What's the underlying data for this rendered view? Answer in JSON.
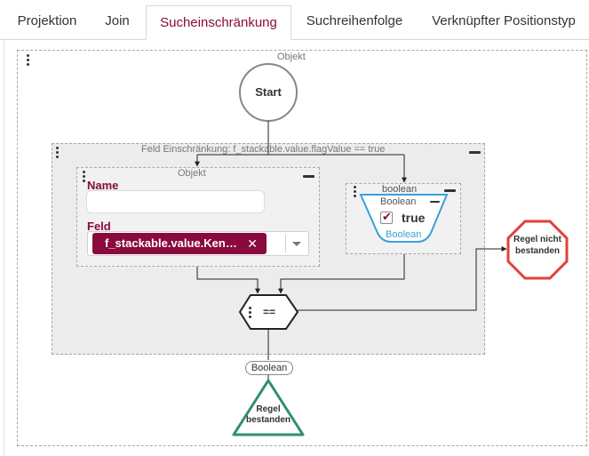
{
  "tabs": [
    {
      "label": "Projektion",
      "active": false
    },
    {
      "label": "Join",
      "active": false
    },
    {
      "label": "Sucheinschränkung",
      "active": true
    },
    {
      "label": "Suchreihenfolge",
      "active": false
    },
    {
      "label": "Verknüpfter Positionstyp",
      "active": false
    }
  ],
  "canvas": {
    "outer_caption": "Objekt",
    "start_label": "Start",
    "field_restriction_caption": "Feld Einschränkung: f_stackable.value.flagValue == true",
    "object_node": {
      "caption": "Objekt",
      "name_label": "Name",
      "name_value": "",
      "field_label": "Feld",
      "field_chip": "f_stackable.value.Ken…",
      "field_chip_remove": "✕"
    },
    "boolean_node": {
      "caption": "boolean",
      "type_label": "Boolean",
      "value_text": "true",
      "checked": true,
      "footer": "Boolean"
    },
    "operator_label": "==",
    "result_pill": "Boolean",
    "pass_label": "Regel bestanden",
    "fail_label": "Regel nicht bestanden"
  },
  "colors": {
    "accent": "#8a0a3e",
    "pass_green": "#2e8f6c",
    "fail_red": "#e0413a",
    "boolean_blue": "#3aa0d8"
  }
}
